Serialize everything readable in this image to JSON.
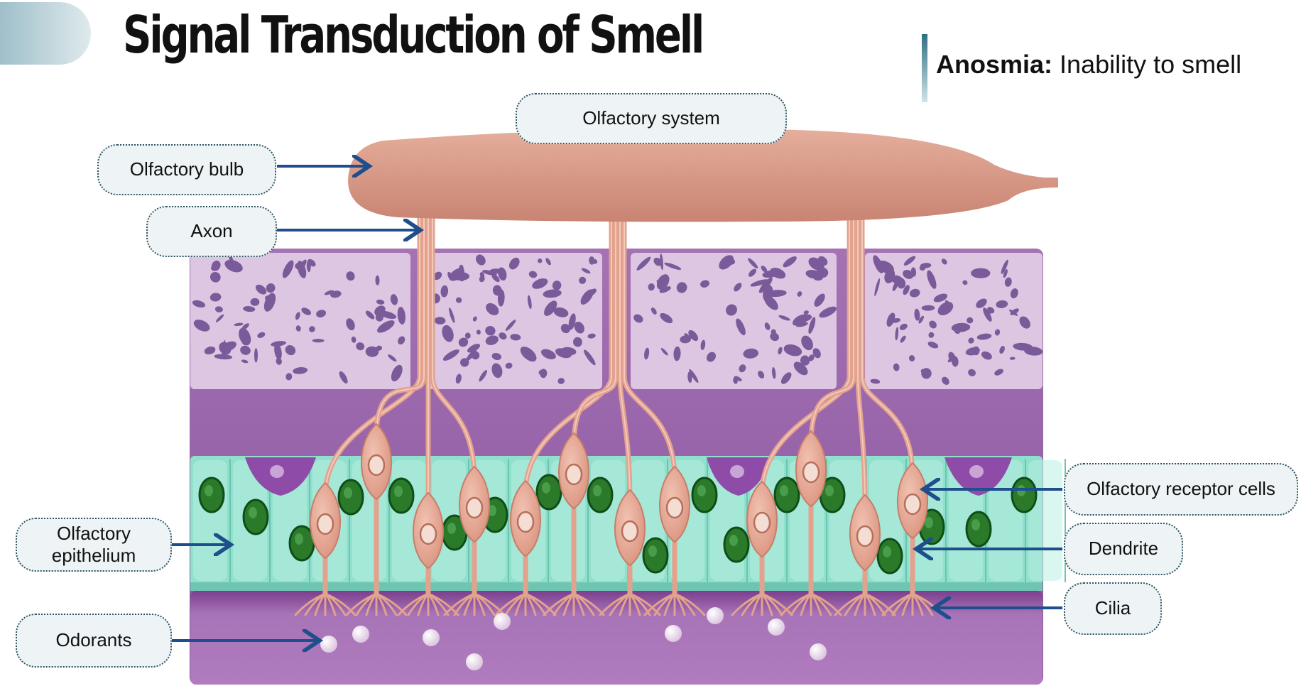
{
  "title": "Signal Transduction of Smell",
  "definition": {
    "term": "Anosmia:",
    "text": "Inability to smell"
  },
  "labels": {
    "olfactory_system": "Olfactory system",
    "olfactory_bulb": "Olfactory bulb",
    "axon": "Axon",
    "olfactory_epithelium_line1": "Olfactory",
    "olfactory_epithelium_line2": "epithelium",
    "odorants": "Odorants",
    "olfactory_receptor_cells": "Olfactory receptor cells",
    "dendrite": "Dendrite",
    "cilia": "Cilia"
  },
  "colors": {
    "bulb": "#d99a88",
    "bone": "#dcc6e2",
    "bone_holes": "#7b5a9a",
    "lamina": "#a877b6",
    "epithelium": "#8fe0cc",
    "nucleus": "#2a7a2a",
    "neuron": "#e2a28e",
    "mucus": "#a66fb6",
    "arrow": "#1f4e8c",
    "label_border": "#2f5561",
    "label_fill": "#eef4f5"
  }
}
